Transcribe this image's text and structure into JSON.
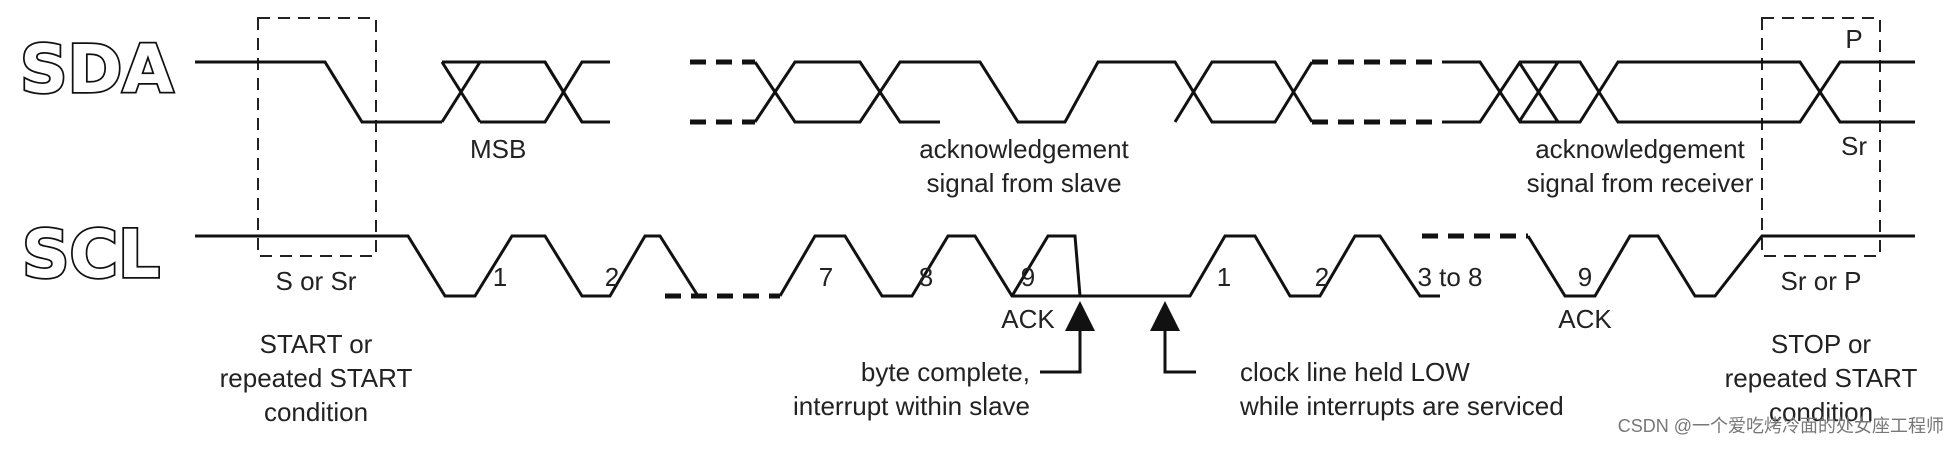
{
  "signals": {
    "sda": "SDA",
    "scl": "SCL"
  },
  "sda_labels": {
    "msb": "MSB",
    "ack_slave_1": "acknowledgement",
    "ack_slave_2": "signal from slave",
    "ack_recv_1": "acknowledgement",
    "ack_recv_2": "signal from receiver",
    "p": "P",
    "sr": "Sr"
  },
  "scl_labels": {
    "s_or_sr": "S or Sr",
    "sr_or_p": "Sr or P",
    "pulses_byte1": [
      "1",
      "2",
      "7",
      "8",
      "9"
    ],
    "pulses_byte2": [
      "1",
      "2",
      "3 to 8",
      "9"
    ],
    "ack1": "ACK",
    "ack2": "ACK"
  },
  "conditions": {
    "start": [
      "START or",
      "repeated START",
      "condition"
    ],
    "stop": [
      "STOP or",
      "repeated START",
      "condition"
    ]
  },
  "annotations": {
    "byte_complete": [
      "byte complete,",
      "interrupt within slave"
    ],
    "clock_held": [
      "clock line held LOW",
      "while interrupts are serviced"
    ]
  },
  "watermark": "CSDN @一个爱吃烤冷面的处女座工程师"
}
